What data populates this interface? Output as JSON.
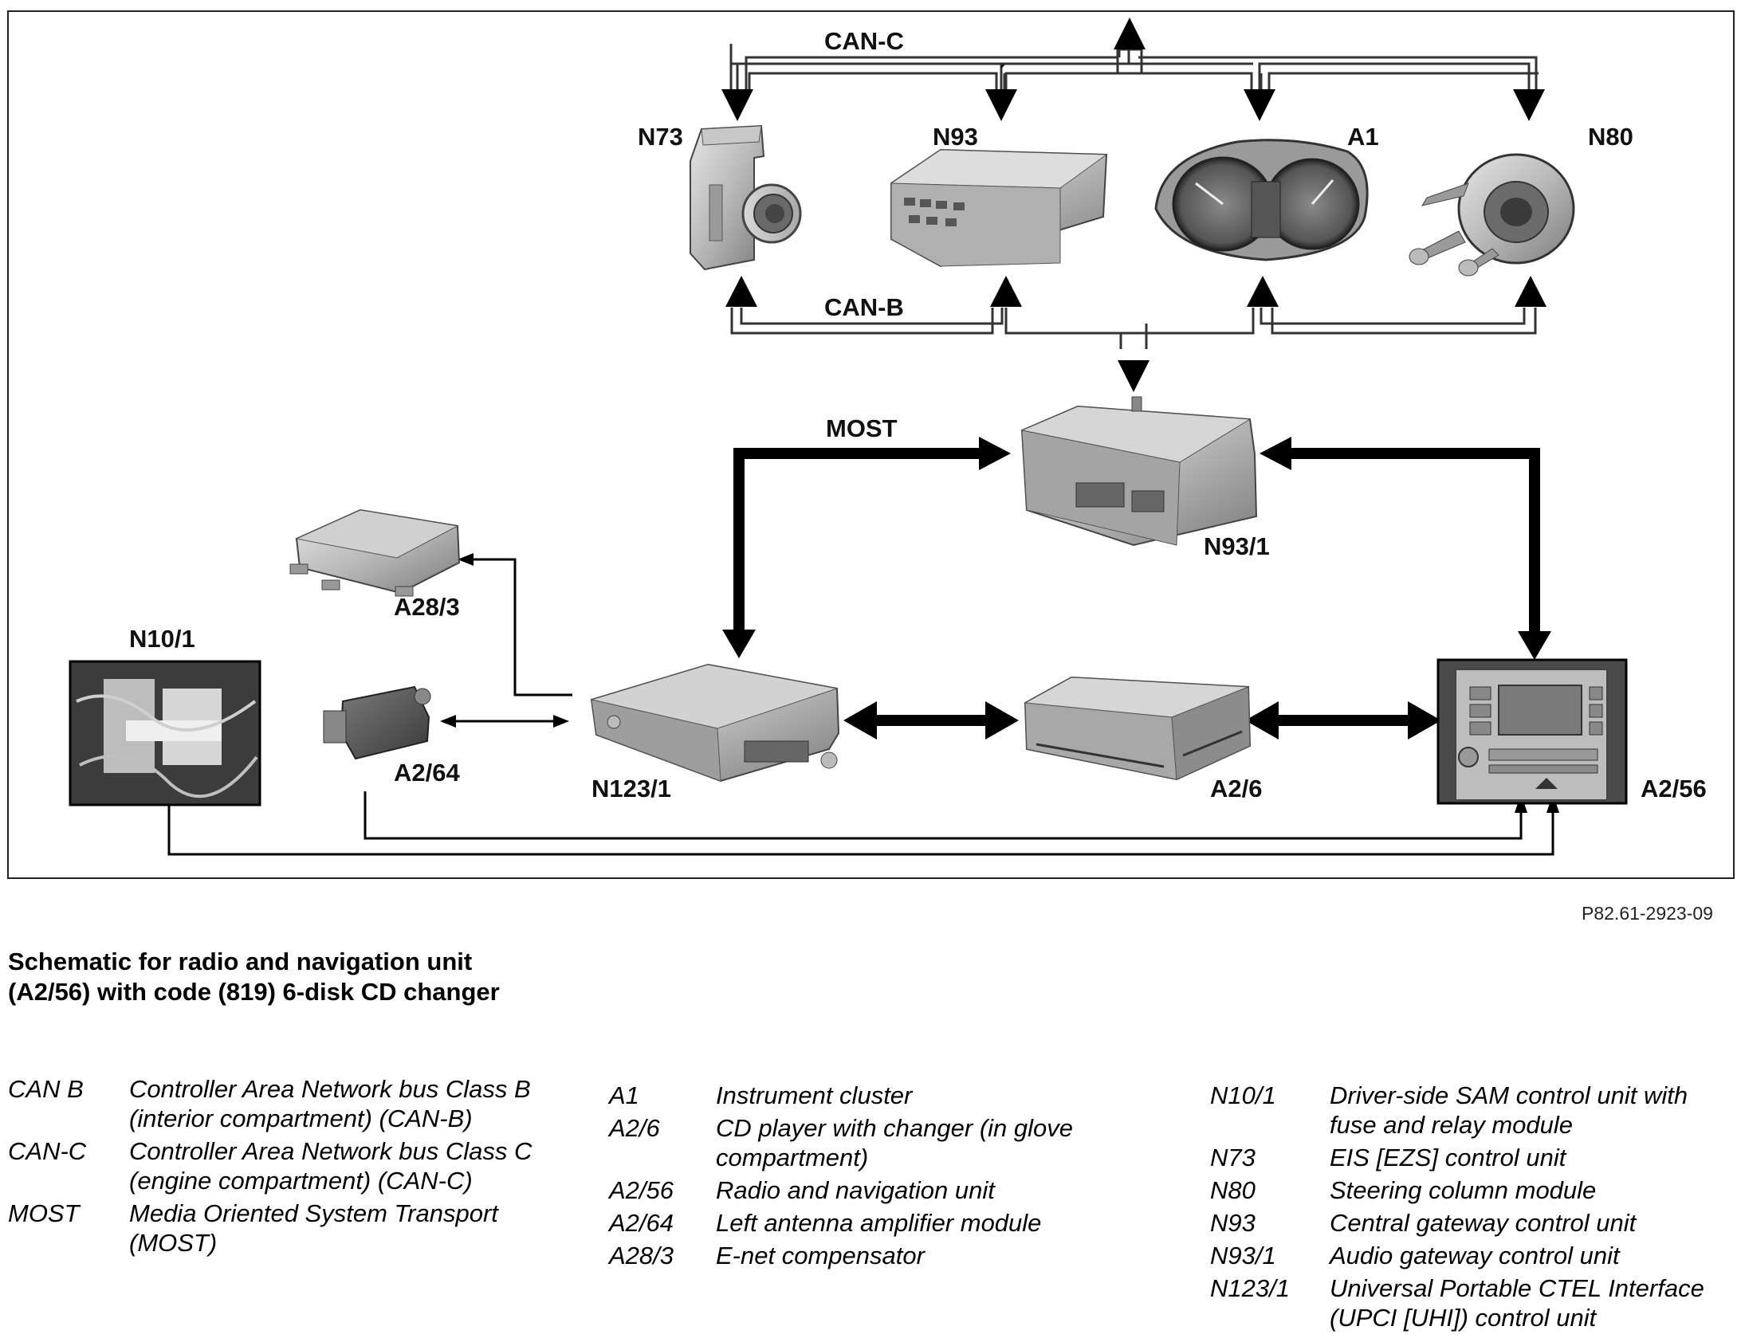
{
  "diagram": {
    "buses": {
      "can_c": "CAN-C",
      "can_b": "CAN-B",
      "most": "MOST"
    },
    "components": {
      "n73": "N73",
      "n93": "N93",
      "a1": "A1",
      "n80": "N80",
      "n93_1": "N93/1",
      "a28_3": "A28/3",
      "n10_1": "N10/1",
      "a2_64": "A2/64",
      "n123_1": "N123/1",
      "a2_6": "A2/6",
      "a2_56": "A2/56"
    },
    "figure_code": "P82.61-2923-09"
  },
  "title": "Schematic for radio and navigation unit (A2/56) with code (819) 6-disk CD changer",
  "legend": {
    "col1": [
      {
        "key": "CAN B",
        "desc": "Controller Area Network bus Class B (interior compartment) (CAN-B)"
      },
      {
        "key": "CAN-C",
        "desc": "Controller Area Network bus Class C (engine compartment) (CAN-C)"
      },
      {
        "key": "MOST",
        "desc": "Media Oriented System Transport (MOST)"
      }
    ],
    "col2": [
      {
        "key": "A1",
        "desc": "Instrument cluster"
      },
      {
        "key": "A2/6",
        "desc": "CD player with changer (in glove compartment)"
      },
      {
        "key": "A2/56",
        "desc": "Radio and navigation unit"
      },
      {
        "key": "A2/64",
        "desc": "Left antenna amplifier module"
      },
      {
        "key": "A28/3",
        "desc": "E-net compensator"
      }
    ],
    "col3": [
      {
        "key": "N10/1",
        "desc": "Driver-side SAM control unit with fuse and relay module"
      },
      {
        "key": "N73",
        "desc": "EIS [EZS] control unit"
      },
      {
        "key": "N80",
        "desc": "Steering column module"
      },
      {
        "key": "N93",
        "desc": "Central gateway control unit"
      },
      {
        "key": "N93/1",
        "desc": "Audio gateway control unit"
      },
      {
        "key": "N123/1",
        "desc": "Universal Portable CTEL Interface (UPCI [UHI]) control unit"
      }
    ]
  }
}
